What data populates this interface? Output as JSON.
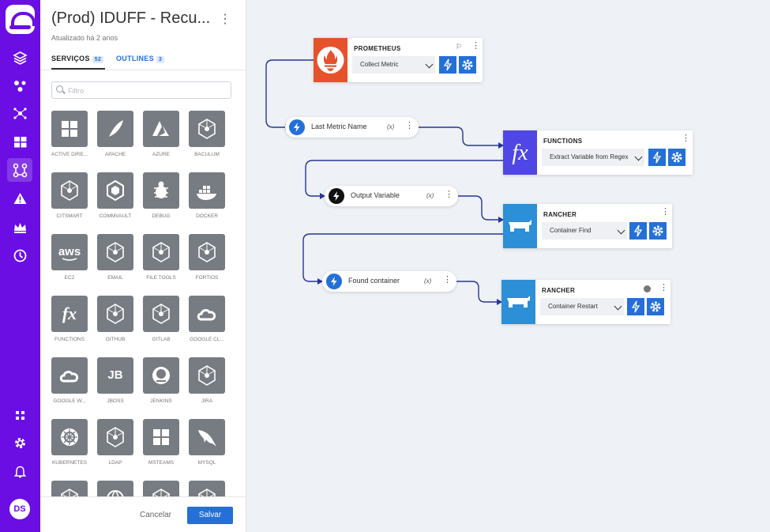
{
  "rail": {
    "avatar_initials": "DS"
  },
  "panel": {
    "title": "(Prod) IDUFF - Recu...",
    "subtitle": "Atualizado há 2 anos",
    "tabs": [
      {
        "label": "SERVIÇOS",
        "count": "52"
      },
      {
        "label": "OUTLINES",
        "count": "3"
      }
    ],
    "search_placeholder": "Filtro",
    "services": [
      {
        "label": "ACTIVE DIRE...",
        "icon": "windows-icon"
      },
      {
        "label": "APACHE",
        "icon": "feather-icon"
      },
      {
        "label": "AZURE",
        "icon": "azure-icon"
      },
      {
        "label": "BACULUM",
        "icon": "cube-icon"
      },
      {
        "label": "CITSMART",
        "icon": "cube-icon"
      },
      {
        "label": "COMMVAULT",
        "icon": "commvault-icon"
      },
      {
        "label": "DEBUG",
        "icon": "bug-icon"
      },
      {
        "label": "DOCKER",
        "icon": "docker-icon"
      },
      {
        "label": "EC2",
        "icon": "aws-icon",
        "text": "aws"
      },
      {
        "label": "EMAIL",
        "icon": "cube-icon"
      },
      {
        "label": "FILE TOOLS",
        "icon": "cube-icon"
      },
      {
        "label": "FORTIOS",
        "icon": "cube-icon"
      },
      {
        "label": "FUNCTIONS",
        "icon": "fx-icon",
        "text": "fx"
      },
      {
        "label": "GITHUB",
        "icon": "cube-icon"
      },
      {
        "label": "GITLAB",
        "icon": "cube-icon"
      },
      {
        "label": "GOOGLE CL...",
        "icon": "cloud-icon"
      },
      {
        "label": "GOOGLE W...",
        "icon": "cloud-icon"
      },
      {
        "label": "JBOSS",
        "icon": "jboss-icon",
        "text": "JB"
      },
      {
        "label": "JENKINS",
        "icon": "jenkins-icon"
      },
      {
        "label": "JIRA",
        "icon": "cube-icon"
      },
      {
        "label": "KUBERNETES",
        "icon": "helm-icon"
      },
      {
        "label": "LDAP",
        "icon": "cube-icon"
      },
      {
        "label": "MSTEAMS",
        "icon": "windows-icon"
      },
      {
        "label": "MYSQL",
        "icon": "dolphin-icon"
      },
      {
        "label": "",
        "icon": "cube-icon"
      },
      {
        "label": "",
        "icon": "globe-icon"
      },
      {
        "label": "",
        "icon": "cube-icon"
      },
      {
        "label": "",
        "icon": "cube-icon"
      }
    ],
    "cancel_label": "Cancelar",
    "save_label": "Salvar"
  },
  "flow": {
    "nodes": [
      {
        "title": "PROMETHEUS",
        "action": "Collect Metric",
        "icon": "prometheus-icon",
        "color": "#e6522c"
      },
      {
        "title": "FUNCTIONS",
        "action": "Extract Variable from Regex",
        "icon": "fx-icon",
        "color": "#4f46e5",
        "icon_text": "fx"
      },
      {
        "title": "RANCHER",
        "action": "Container Find",
        "icon": "rancher-icon",
        "color": "#2d8fd5"
      },
      {
        "title": "RANCHER",
        "action": "Container Restart",
        "icon": "rancher-icon",
        "color": "#2d8fd5"
      }
    ],
    "variables": [
      {
        "label": "Last Metric Name",
        "var": "(x)",
        "bolt_color": "#2470d8"
      },
      {
        "label": "Output Variable",
        "var": "(x)",
        "bolt_color": "#111111"
      },
      {
        "label": "Found container",
        "var": "(x)",
        "bolt_color": "#2470d8"
      }
    ],
    "accent_color": "#2470d8",
    "wire_color": "#283593"
  }
}
